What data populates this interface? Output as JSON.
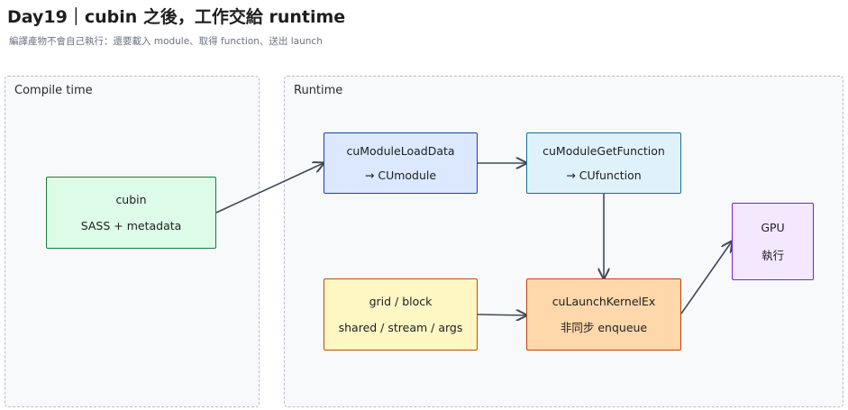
{
  "title": "Day19｜cubin 之後，工作交給 runtime",
  "subtitle": "編譯產物不會自己執行：還要載入 module、取得 function、送出 launch",
  "regions": {
    "compile": "Compile time",
    "runtime": "Runtime"
  },
  "nodes": {
    "cubin": {
      "line1": "cubin",
      "line2": "SASS + metadata",
      "fill": "#dcfce7",
      "stroke": "#15803d"
    },
    "load": {
      "line1": "cuModuleLoadData",
      "line2": "→ CUmodule",
      "fill": "#dbe8ff",
      "stroke": "#1e40af"
    },
    "getfn": {
      "line1": "cuModuleGetFunction",
      "line2": "→ CUfunction",
      "fill": "#dff1fb",
      "stroke": "#0e7490"
    },
    "params": {
      "line1": "grid / block",
      "line2": "shared / stream / args",
      "fill": "#fef6c3",
      "stroke": "#b45309"
    },
    "launch": {
      "line1": "cuLaunchKernelEx",
      "line2": "非同步 enqueue",
      "fill": "#fed7aa",
      "stroke": "#c2410c"
    },
    "gpu": {
      "line1": "GPU",
      "line2": "執行",
      "fill": "#f3e8ff",
      "stroke": "#7e22ce"
    }
  },
  "edge_color": "#3f4a5a"
}
